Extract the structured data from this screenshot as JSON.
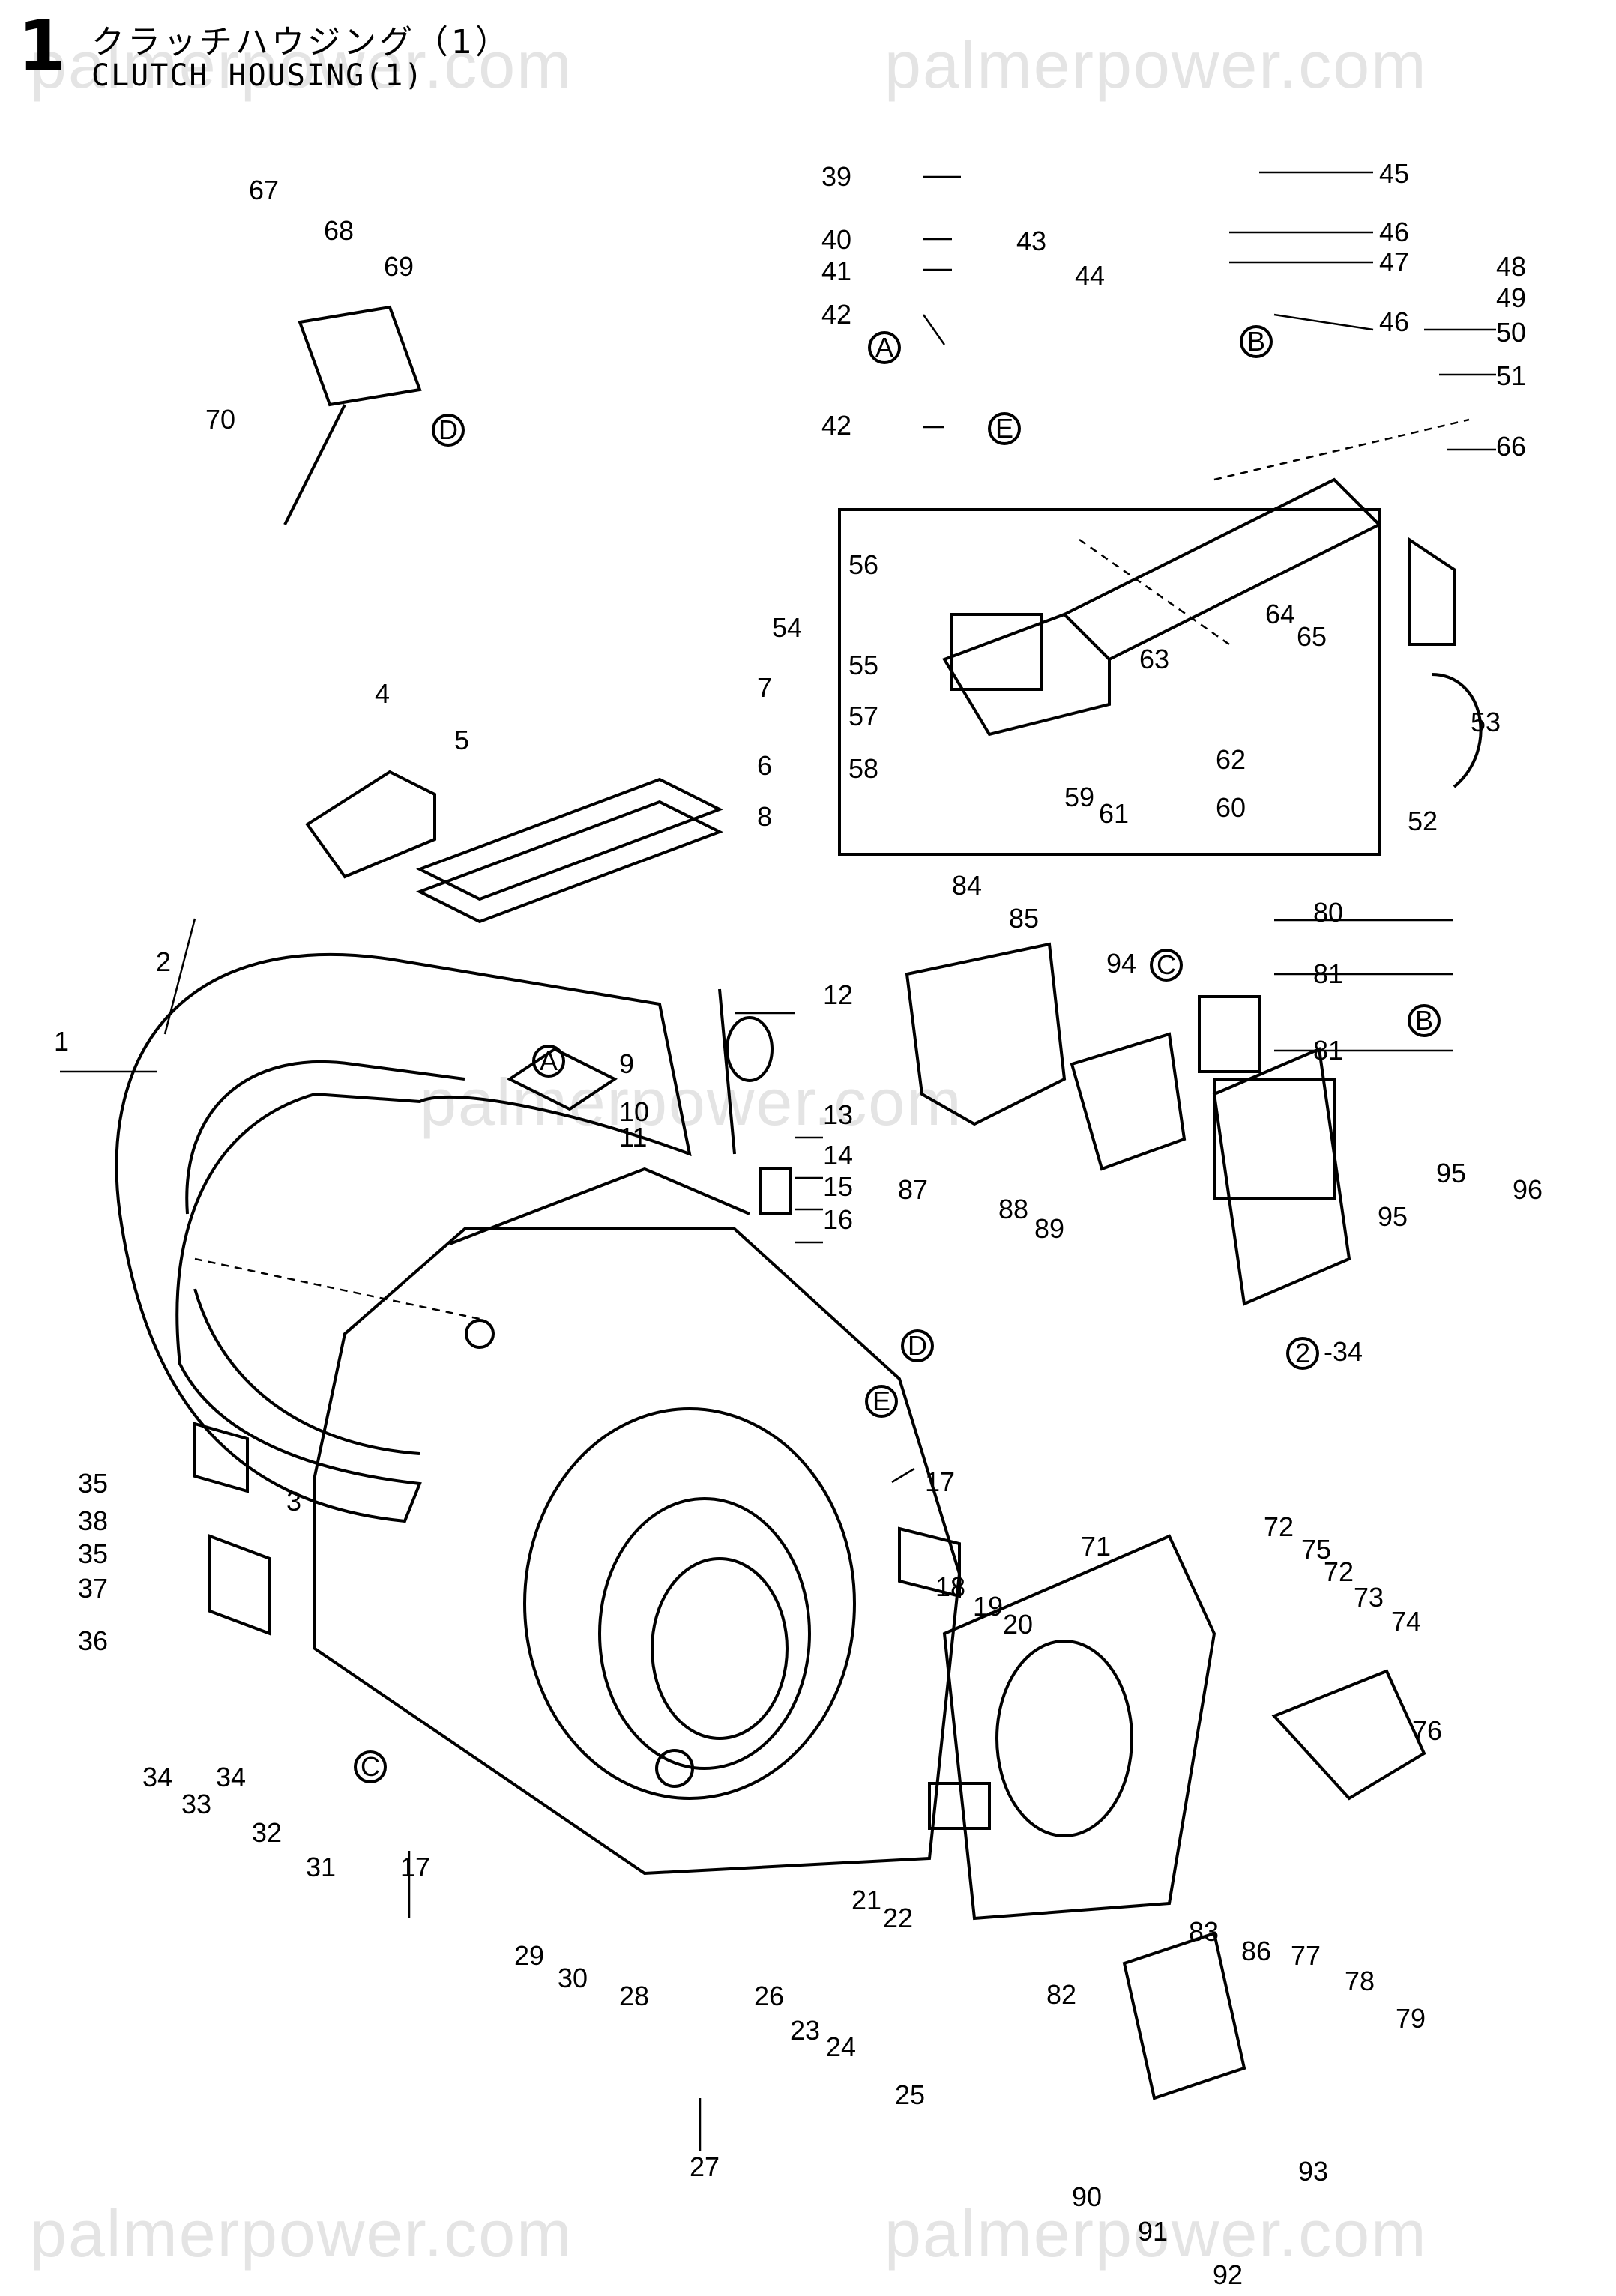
{
  "header": {
    "figure_number": "1",
    "title_jp": "クラッチハウジング（1）",
    "title_en": "CLUTCH HOUSING(1)"
  },
  "watermark": "palmerpower.com",
  "callouts": {
    "c1": "1",
    "c2": "2",
    "c3": "3",
    "c4": "4",
    "c5": "5",
    "c6": "6",
    "c7": "7",
    "c8": "8",
    "c9": "9",
    "c10": "10",
    "c11": "11",
    "c12": "12",
    "c13": "13",
    "c14": "14",
    "c15": "15",
    "c16": "16",
    "c17a": "17",
    "c17b": "17",
    "c18": "18",
    "c19": "19",
    "c20": "20",
    "c21": "21",
    "c22": "22",
    "c23": "23",
    "c24": "24",
    "c25": "25",
    "c26": "26",
    "c27": "27",
    "c28": "28",
    "c29": "29",
    "c30": "30",
    "c31": "31",
    "c32": "32",
    "c33": "33",
    "c34a": "34",
    "c34b": "34",
    "c35a": "35",
    "c35b": "35",
    "c36": "36",
    "c37": "37",
    "c38": "38",
    "c39": "39",
    "c40": "40",
    "c41": "41",
    "c42a": "42",
    "c42b": "42",
    "c43": "43",
    "c44": "44",
    "c45": "45",
    "c46a": "46",
    "c46b": "46",
    "c47": "47",
    "c48": "48",
    "c49": "49",
    "c50": "50",
    "c51": "51",
    "c52": "52",
    "c53": "53",
    "c54": "54",
    "c55": "55",
    "c56": "56",
    "c57": "57",
    "c58": "58",
    "c59": "59",
    "c60": "60",
    "c61": "61",
    "c62": "62",
    "c63": "63",
    "c64": "64",
    "c65": "65",
    "c66": "66",
    "c67": "67",
    "c68": "68",
    "c69": "69",
    "c70": "70",
    "c71": "71",
    "c72a": "72",
    "c72b": "72",
    "c73": "73",
    "c74": "74",
    "c75": "75",
    "c76": "76",
    "c77": "77",
    "c78": "78",
    "c79": "79",
    "c80": "80",
    "c81a": "81",
    "c81b": "81",
    "c82": "82",
    "c83": "83",
    "c84": "84",
    "c85": "85",
    "c86": "86",
    "c87": "87",
    "c88": "88",
    "c89": "89",
    "c90": "90",
    "c91": "91",
    "c92": "92",
    "c93": "93",
    "c94": "94",
    "c95a": "95",
    "c95b": "95",
    "c96": "96",
    "ref_suffix": "-34"
  },
  "refs": {
    "A1": "A",
    "A2": "A",
    "B1": "B",
    "B2": "B",
    "C1": "C",
    "C2": "C",
    "D1": "D",
    "D2": "D",
    "E1": "E",
    "E2": "E",
    "circ2": "2"
  }
}
